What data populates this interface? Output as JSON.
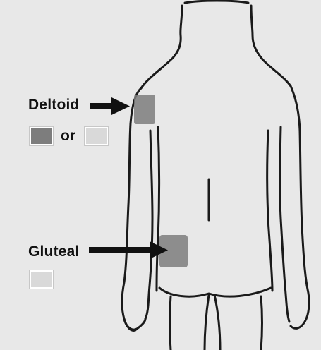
{
  "labels": {
    "deltoid": "Deltoid",
    "or": "or",
    "gluteal": "Gluteal"
  },
  "colors": {
    "background_panel": "#e8e8e8",
    "outline": "#1a1a1a",
    "dark_shade": "#7d7d7d",
    "light_shade": "#d9d9d9",
    "arrow": "#111111"
  },
  "legend": {
    "deltoid_options": [
      "dark_shade",
      "light_shade"
    ],
    "gluteal_options": [
      "light_shade"
    ]
  }
}
